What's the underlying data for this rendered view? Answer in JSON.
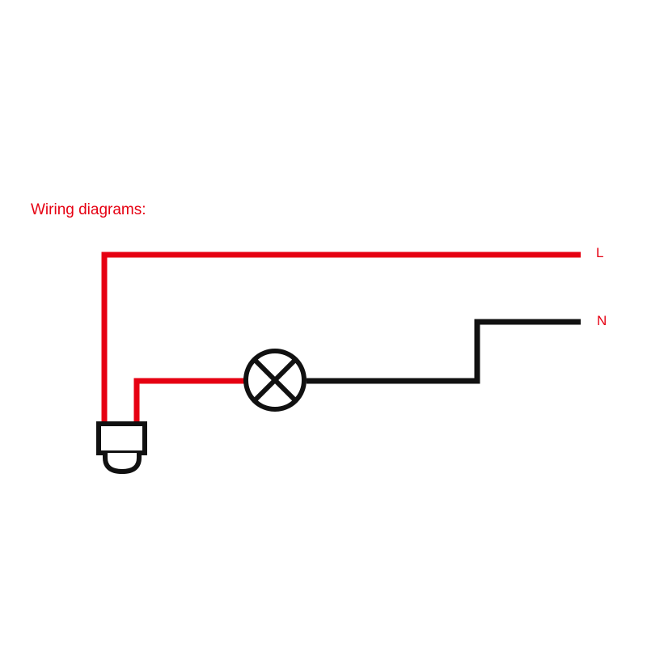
{
  "title": "Wiring diagrams:",
  "terminals": {
    "live": "L",
    "neutral": "N"
  },
  "colors": {
    "live_wire": "#e60012",
    "neutral_wire": "#111111",
    "title_text": "#e60012",
    "label_text": "#e60012",
    "background": "#ffffff"
  },
  "components": {
    "lamp_icon": "lamp-cross-circle",
    "sensor_icon": "photocell-sensor"
  }
}
